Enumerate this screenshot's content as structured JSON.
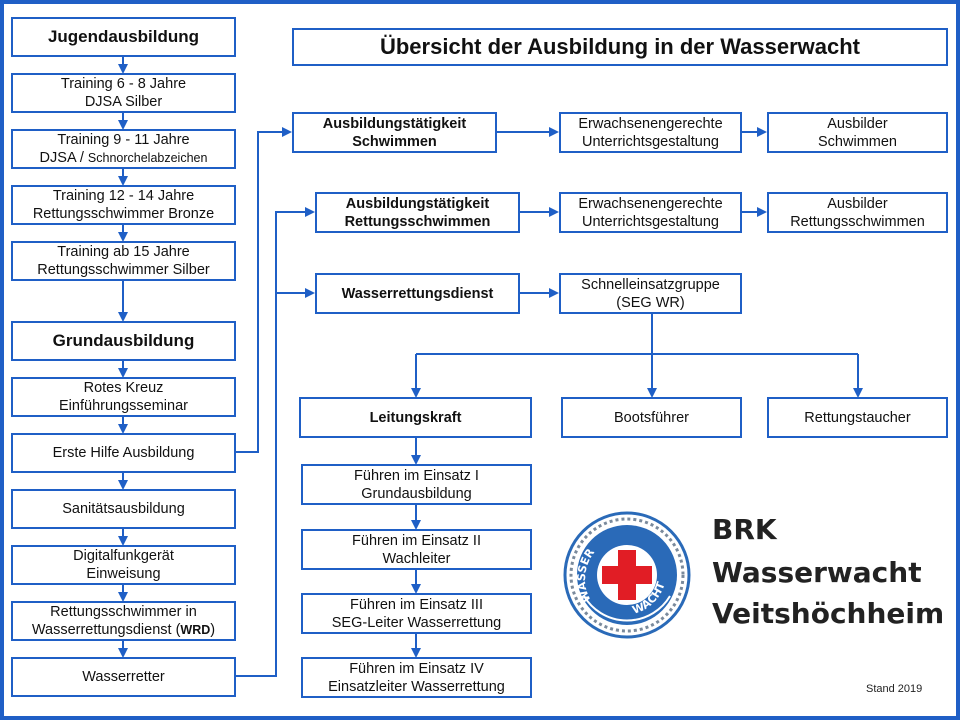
{
  "title": "Übersicht der Ausbildung in der Wasserwacht",
  "left_column": {
    "jugend_heading": "Jugendausbildung",
    "training1": [
      "Training 6 - 8 Jahre",
      "DJSA Silber"
    ],
    "training2": [
      "Training 9 - 11 Jahre",
      "DJSA / ",
      "Schnorchelabzeichen"
    ],
    "training3": [
      "Training 12 - 14 Jahre",
      "Rettungsschwimmer Bronze"
    ],
    "training4": [
      "Training ab 15 Jahre",
      "Rettungsschwimmer Silber"
    ],
    "grund_heading": "Grundausbildung",
    "rotes_kreuz": [
      "Rotes Kreuz",
      "Einführungsseminar"
    ],
    "erste_hilfe": "Erste Hilfe Ausbildung",
    "sanitaet": "Sanitätsausbildung",
    "digitalfunk": [
      "Digitalfunkgerät",
      "Einweisung"
    ],
    "rs_wrd": [
      "Rettungsschwimmer in",
      "Wasserrettungsdienst (",
      "WRD",
      ")"
    ],
    "wasserretter": "Wasserretter"
  },
  "tracks": {
    "schwimmen": {
      "main": [
        "Ausbildungstätigkeit",
        "Schwimmen"
      ],
      "erwachsen": [
        "Erwachsenengerechte",
        "Unterrichtsgestaltung"
      ],
      "ausbilder": [
        "Ausbilder",
        "Schwimmen"
      ]
    },
    "rettung": {
      "main": [
        "Ausbildungstätigkeit",
        "Rettungsschwimmen"
      ],
      "erwachsen": [
        "Erwachsenengerechte",
        "Unterrichtsgestaltung"
      ],
      "ausbilder": [
        "Ausbilder",
        "Rettungsschwimmen"
      ]
    },
    "wrd": {
      "main": "Wasserrettungsdienst",
      "seg": [
        "Schnelleinsatzgruppe",
        "(SEG WR)"
      ]
    }
  },
  "seg_branches": {
    "leitung": "Leitungskraft",
    "boot": "Bootsführer",
    "taucher": "Rettungstaucher"
  },
  "fuehren": {
    "f1": [
      "Führen im Einsatz I",
      "Grundausbildung"
    ],
    "f2": [
      "Führen im Einsatz II",
      "Wachleiter"
    ],
    "f3": [
      "Führen im Einsatz III",
      "SEG-Leiter Wasserrettung"
    ],
    "f4": [
      "Führen im Einsatz IV",
      "Einsatzleiter Wasserrettung"
    ]
  },
  "logo": {
    "ring_left": "WASSER",
    "ring_right": "WACHT"
  },
  "brand": [
    "BRK",
    "Wasserwacht",
    "Veitshöchheim"
  ],
  "stand": "Stand 2019",
  "colors": {
    "frame": "#1f5fc6",
    "arrow": "#1f5fc6",
    "logo_blue": "#2a6ab8",
    "cross": "#e11d25"
  }
}
